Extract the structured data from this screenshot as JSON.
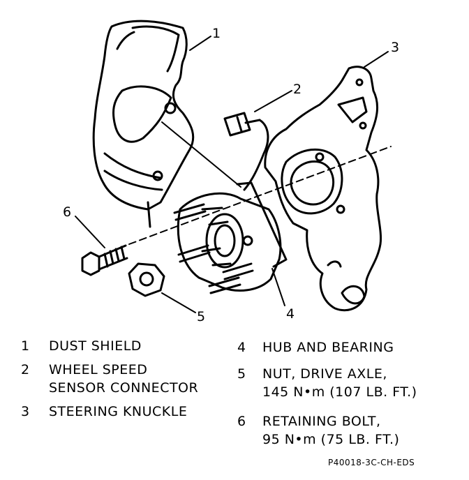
{
  "callouts": [
    "1",
    "2",
    "3",
    "4",
    "5",
    "6"
  ],
  "legend": [
    {
      "num": "1",
      "lines": [
        "DUST SHIELD"
      ]
    },
    {
      "num": "2",
      "lines": [
        "WHEEL SPEED",
        "SENSOR CONNECTOR"
      ]
    },
    {
      "num": "3",
      "lines": [
        "STEERING KNUCKLE"
      ]
    },
    {
      "num": "4",
      "lines": [
        "HUB AND BEARING"
      ]
    },
    {
      "num": "5",
      "lines": [
        "NUT, DRIVE AXLE,",
        "145 N•m (107 LB. FT.)"
      ]
    },
    {
      "num": "6",
      "lines": [
        "RETAINING BOLT,",
        "95 N•m (75 LB. FT.)"
      ]
    }
  ],
  "figure_code": "P40018-3C-CH-EDS"
}
